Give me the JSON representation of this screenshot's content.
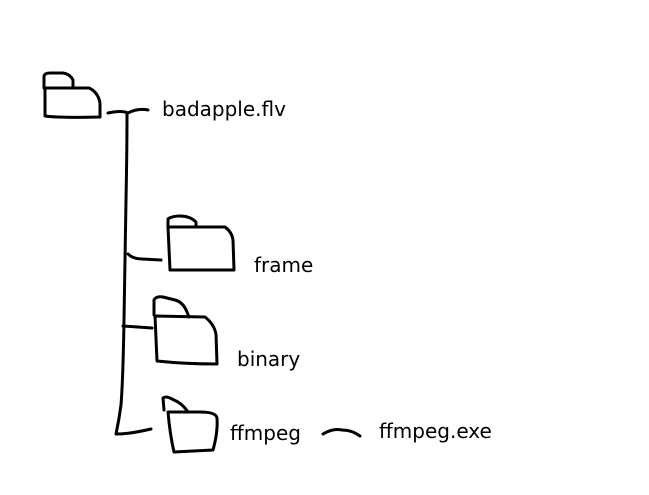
{
  "tree": {
    "root_file": "badapple.flv",
    "folders": [
      {
        "label": "frame"
      },
      {
        "label": "binary"
      },
      {
        "label": "ffmpeg",
        "child_file": "ffmpeg.exe"
      }
    ]
  },
  "colors": {
    "ink": "#000000",
    "background": "#ffffff"
  },
  "icons": [
    "folder-icon"
  ]
}
